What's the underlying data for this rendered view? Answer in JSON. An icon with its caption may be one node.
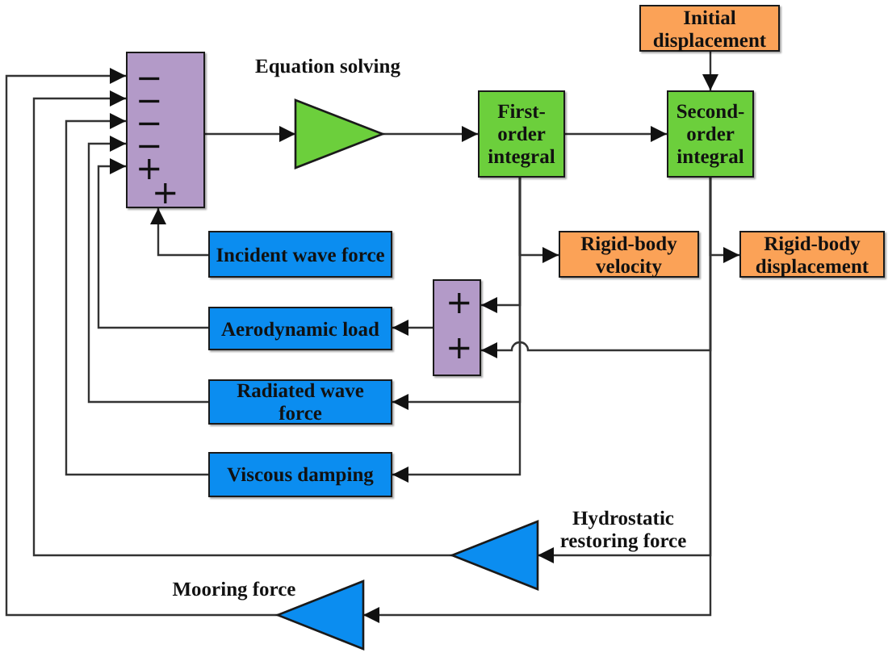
{
  "diagram": {
    "nodes": [
      {
        "text": [
          "−",
          "−",
          "−",
          "−",
          "+",
          "+"
        ]
      },
      {
        "text": [],
        "shape": "triangle",
        "beside": [
          "Equation solving"
        ]
      },
      {
        "text": [
          "First-order integral"
        ]
      },
      {
        "text": [
          "Initial displacement"
        ]
      },
      {
        "text": [
          "Second-order integral"
        ]
      },
      {
        "text": [
          "Incident wave force"
        ]
      },
      {
        "text": [
          "Rigid-body velocity"
        ]
      },
      {
        "text": [
          "Rigid-body displacement"
        ]
      },
      {
        "text": [
          "+",
          "+"
        ]
      },
      {
        "text": [
          "Aerodynamic load"
        ]
      },
      {
        "text": [
          "Radiated wave force"
        ]
      },
      {
        "text": [
          "Viscous damping"
        ]
      },
      {
        "text": [],
        "shape": "triangle",
        "beside": [
          "Hydrostatic restoring force"
        ]
      },
      {
        "text": [],
        "shape": "triangle",
        "beside": [
          "Mooring force"
        ]
      }
    ],
    "edges": [
      {
        "from": 0,
        "to": 1,
        "arrow": "to"
      },
      {
        "from": 1,
        "to": 2,
        "arrow": "to"
      },
      {
        "from": 2,
        "to": 4,
        "arrow": "to"
      },
      {
        "from": 3,
        "to": 4,
        "arrow": "to"
      },
      {
        "from": 5,
        "to": 0,
        "arrow": "to"
      },
      {
        "from": 2,
        "to": 6,
        "arrow": "to"
      },
      {
        "from": 4,
        "to": 7,
        "arrow": "to"
      },
      {
        "from": 2,
        "to": 8,
        "arrow": "to"
      },
      {
        "from": 4,
        "to": 8,
        "arrow": "to"
      },
      {
        "from": 8,
        "to": 9,
        "arrow": "to"
      },
      {
        "from": 2,
        "to": 10,
        "arrow": "to"
      },
      {
        "from": 2,
        "to": 11,
        "arrow": "to"
      },
      {
        "from": 4,
        "to": 12,
        "arrow": "to"
      },
      {
        "from": 4,
        "to": 13,
        "arrow": "to"
      },
      {
        "from": 9,
        "to": 0,
        "arrow": "to"
      },
      {
        "from": 10,
        "to": 0,
        "arrow": "to"
      },
      {
        "from": 11,
        "to": 0,
        "arrow": "to"
      },
      {
        "from": 12,
        "to": 0,
        "arrow": "to"
      },
      {
        "from": 13,
        "to": 0,
        "arrow": "to"
      }
    ]
  }
}
